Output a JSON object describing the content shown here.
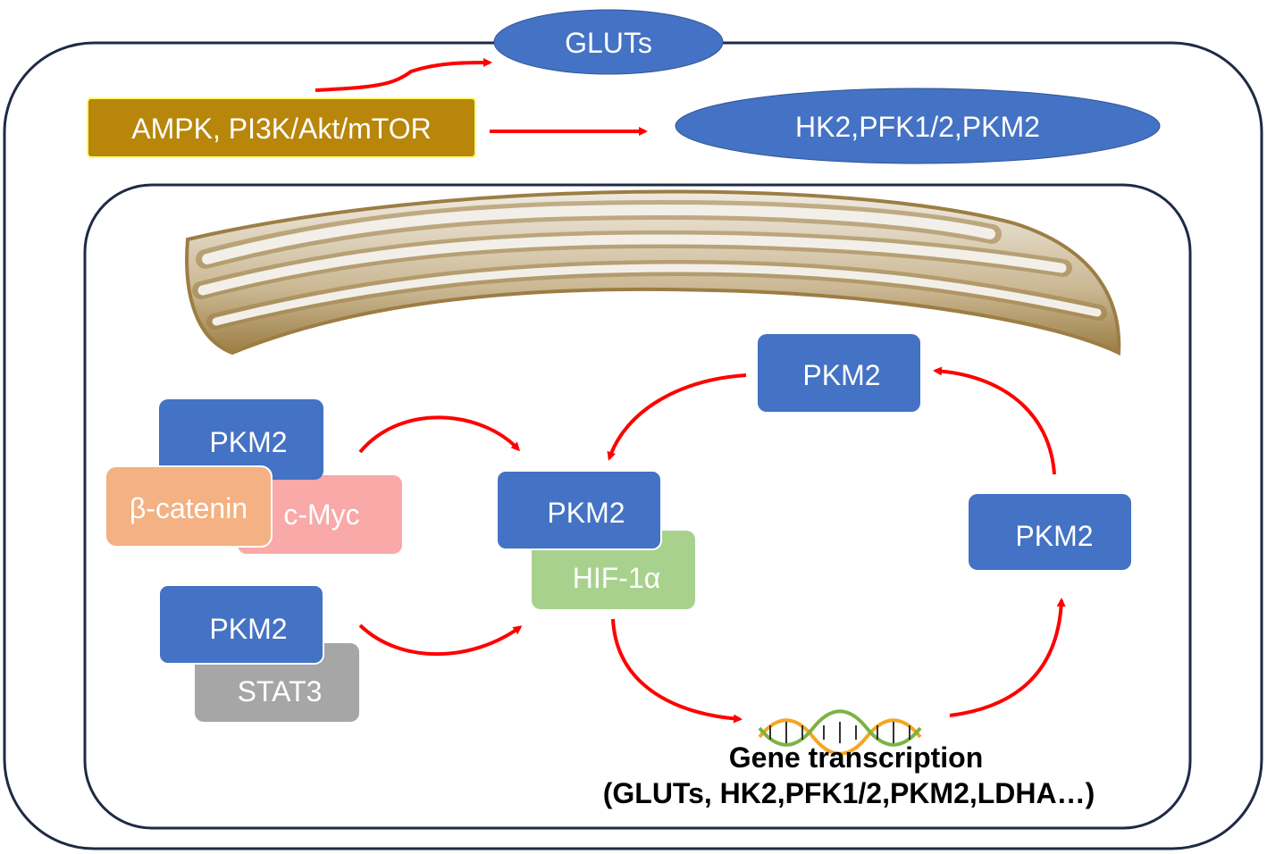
{
  "glut_label": "GLUTs",
  "signaling_label": "AMPK, PI3K/Akt/mTOR",
  "enzymes_label": "HK2,PFK1/2,PKM2",
  "complex_beta_catenin": {
    "pkm2": "PKM2",
    "beta_catenin": "β-catenin",
    "cmyc": "c-Myc"
  },
  "complex_stat3": {
    "pkm2": "PKM2",
    "stat3": "STAT3"
  },
  "complex_hif": {
    "pkm2": "PKM2",
    "hif": "HIF-1α"
  },
  "cycle_top_pkm2": "PKM2",
  "cycle_right_pkm2": "PKM2",
  "gene_transcription_title": "Gene transcription",
  "gene_transcription_targets": "(GLUTs, HK2,PFK1/2,PKM2,LDHA…)",
  "colors": {
    "cell_outline": "#1f2a44",
    "protein_blue": "#4472c4",
    "ampk_gold": "#b8860b",
    "ampk_border": "#ffff66",
    "beta_catenin": "#f4b183",
    "cmyc": "#f8a9a8",
    "hif": "#a9d18e",
    "stat3": "#a6a6a6",
    "arrow_red": "#ff0000",
    "er_fill": "#c8b48a"
  }
}
